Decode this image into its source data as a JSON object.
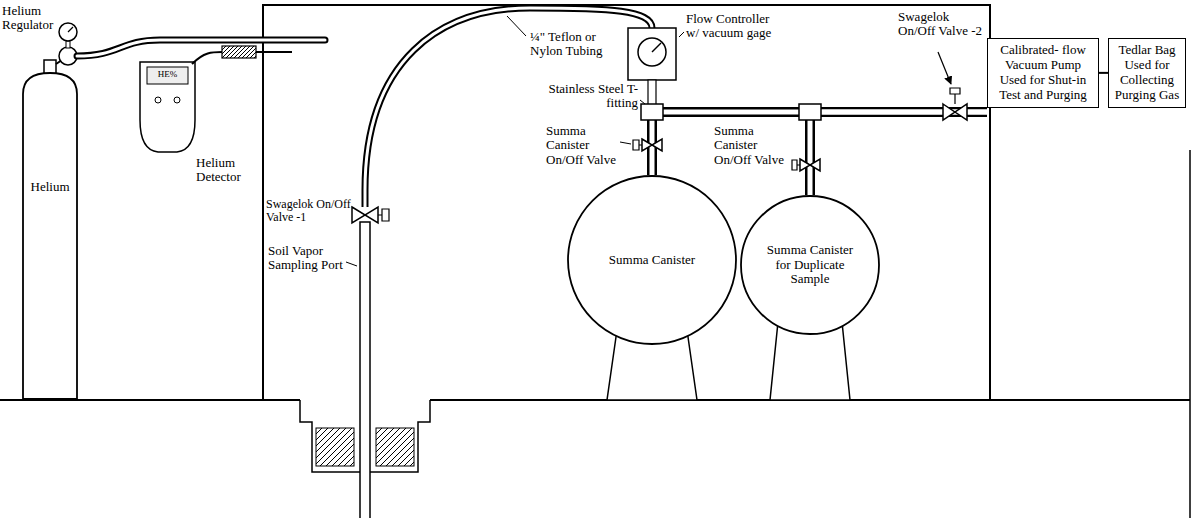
{
  "diagram": {
    "nodes": [
      {
        "text": [
          "Helium"
        ]
      },
      {
        "text": [
          "Summa Canister"
        ]
      },
      {
        "text": [
          "Summa Canister for Duplicate Sample"
        ]
      },
      {
        "text": [
          "Calibrated- flow Vacuum Pump Used for Shut-in Test and Purging"
        ]
      },
      {
        "text": [
          "Tedlar Bag Used for Collecting Purging Gas"
        ]
      }
    ],
    "edges": [
      {
        "from": 1,
        "to": 3,
        "arrow": "none"
      },
      {
        "from": 2,
        "to": 3,
        "arrow": "none"
      },
      {
        "from": 3,
        "to": 4,
        "arrow": "none"
      }
    ],
    "labels": [
      "Helium Regulator",
      "HE%",
      "Helium Detector",
      "¼\" Teflon or Nylon Tubing",
      "Flow Controller w/ vacuum gage",
      "Swagelok On/Off Valve -2",
      "Stainless Steel T-fitting",
      "Summa Canister On/Off Valve",
      "Summa Canister On/Off Valve",
      "Swagelok On/Off Valve -1",
      "Soil Vapor Sampling Port"
    ]
  }
}
